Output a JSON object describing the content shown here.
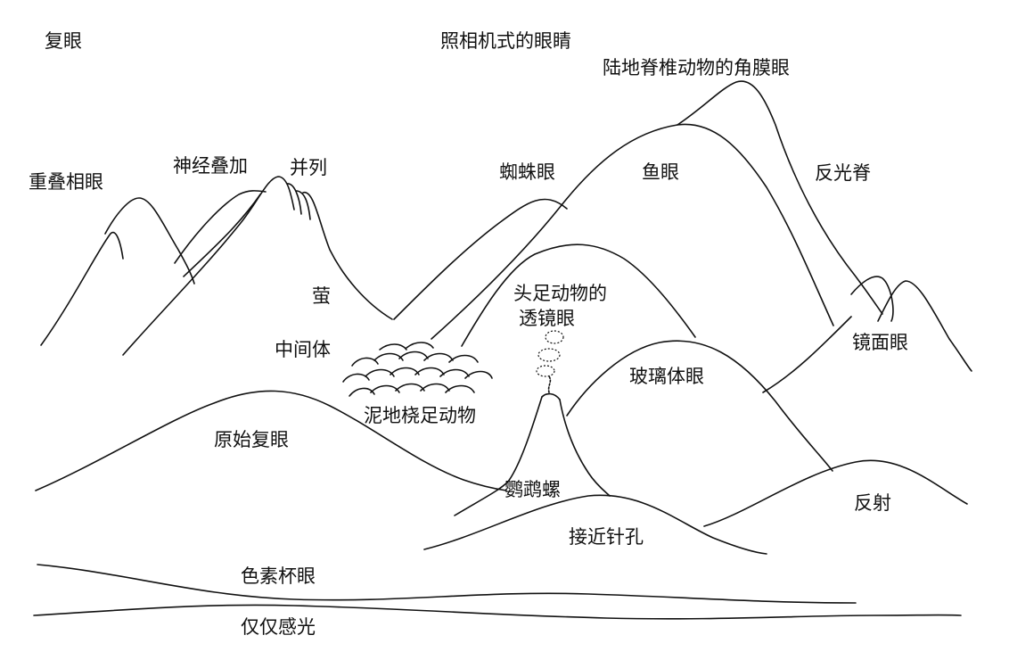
{
  "labels": {
    "compound_eye": "复眼",
    "camera_eye": "照相机式的眼睛",
    "vertebrate_cornea_eye": "陆地脊椎动物的角膜眼",
    "superposition": "重叠相眼",
    "neural_superposition": "神经叠加",
    "apposition": "并列",
    "spider_eye": "蜘蛛眼",
    "fish_eye": "鱼眼",
    "reflecting_ridge": "反光脊",
    "firefly": "萤",
    "cephalopod_lens_eye_line1": "头足动物的",
    "cephalopod_lens_eye_line2": "透镜眼",
    "intermediate": "中间体",
    "mirror_eye": "镜面眼",
    "glass_body_eye": "玻璃体眼",
    "mud_creature": "泥地桡足动物",
    "primitive_compound_eye": "原始复眼",
    "nautilus": "鹦鹉螺",
    "near_pinhole": "接近针孔",
    "reflection": "反射",
    "pigment_cup_eye": "色素杯眼",
    "light_sensing_only": "仅仅感光"
  },
  "colors": {
    "ink": "#111111",
    "background": "#ffffff"
  }
}
